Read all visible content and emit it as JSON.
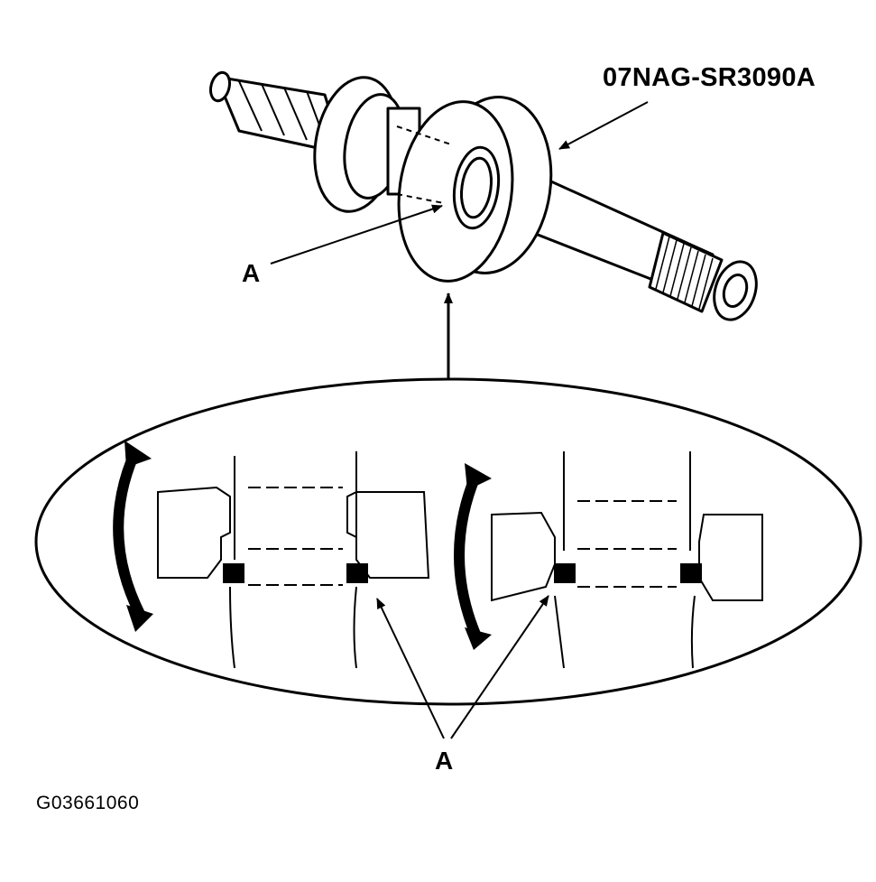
{
  "labels": {
    "tool_number": "07NAG-SR3090A",
    "part_a_top": "A",
    "part_a_bottom": "A",
    "figure_id": "G03661060"
  },
  "colors": {
    "ink": "#000000",
    "paper": "#ffffff"
  }
}
